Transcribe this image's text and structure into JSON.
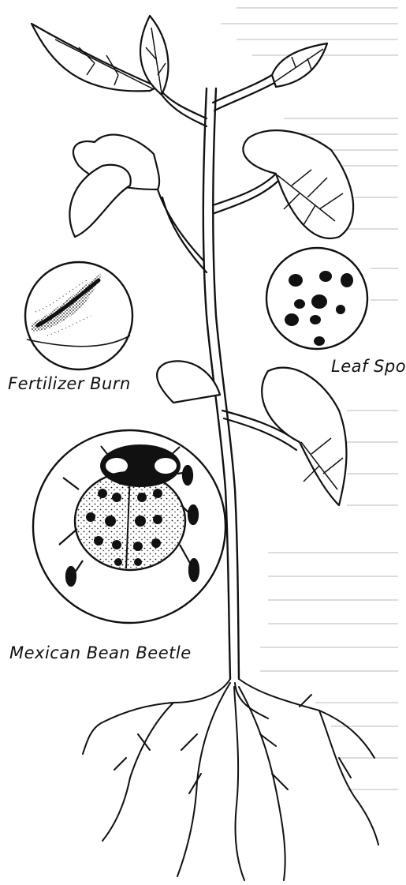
{
  "labels": {
    "fertilizer_burn": "Fertilizer Burn",
    "leaf_spot": "Leaf Spot",
    "mexican_bean_beetle": "Mexican Bean Beetle"
  },
  "colors": {
    "ink": "#111111",
    "paper": "#ffffff",
    "faded_text": "#d6d6d6"
  }
}
